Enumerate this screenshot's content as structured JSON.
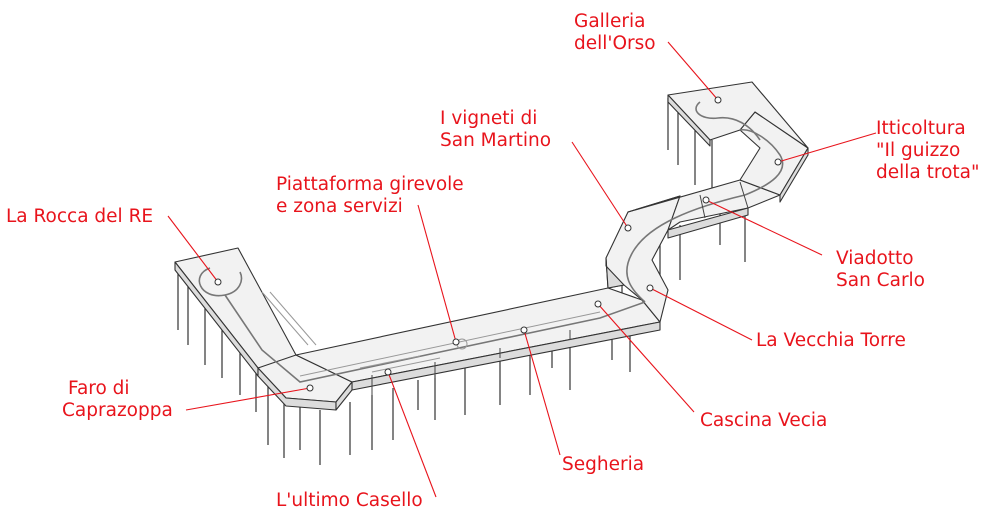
{
  "colors": {
    "label": "#e8141c",
    "leader": "#e8141c",
    "structure": "#333333",
    "deck": "#f2f2f2"
  },
  "labels": {
    "galleria": [
      "Galleria",
      "dell'Orso"
    ],
    "vigneti": [
      "I vigneti di",
      "San Martino"
    ],
    "itticoltura": [
      "Itticoltura",
      "\"Il guizzo",
      "della trota\""
    ],
    "piattaforma": [
      "Piattaforma girevole",
      "e zona servizi"
    ],
    "rocca": [
      "La Rocca del RE"
    ],
    "viadotto": [
      "Viadotto",
      "San Carlo"
    ],
    "vecchia_torre": [
      "La Vecchia Torre"
    ],
    "faro": [
      "Faro di",
      "Caprazoppa"
    ],
    "cascina": [
      "Cascina Vecia"
    ],
    "segheria": [
      "Segheria"
    ],
    "casello": [
      "L'ultimo Casello"
    ]
  }
}
